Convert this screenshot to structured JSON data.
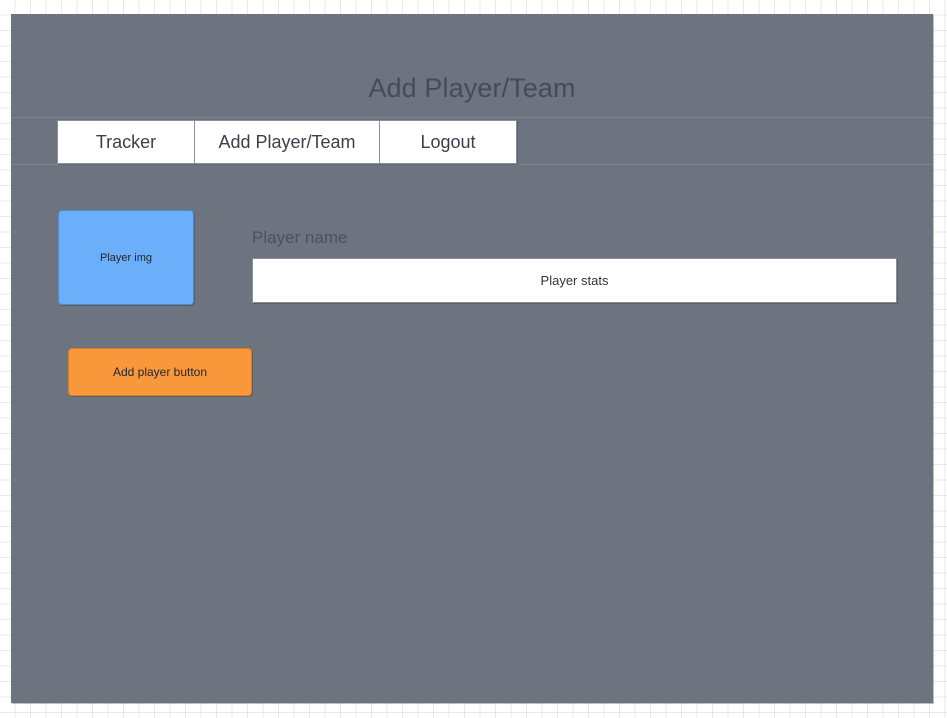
{
  "app": {
    "title": "Add Player/Team",
    "background_color": "#6E7380",
    "canvas_color": "#ffffff"
  },
  "nav": {
    "tabs": [
      {
        "label": "Tracker",
        "selected": false
      },
      {
        "label": "Add Player/Team",
        "selected": true
      },
      {
        "label": "Logout",
        "selected": false
      }
    ]
  },
  "main": {
    "player_image_placeholder": "Player img",
    "player_name_label": "Player name",
    "player_stats_value": "Player stats",
    "add_player_button": "Add player button"
  },
  "colors": {
    "panel": "#6E7380",
    "player_img": "#6BAFFB",
    "add_button": "#F9983A",
    "field_background": "#ffffff",
    "title_text": "#454B57"
  }
}
